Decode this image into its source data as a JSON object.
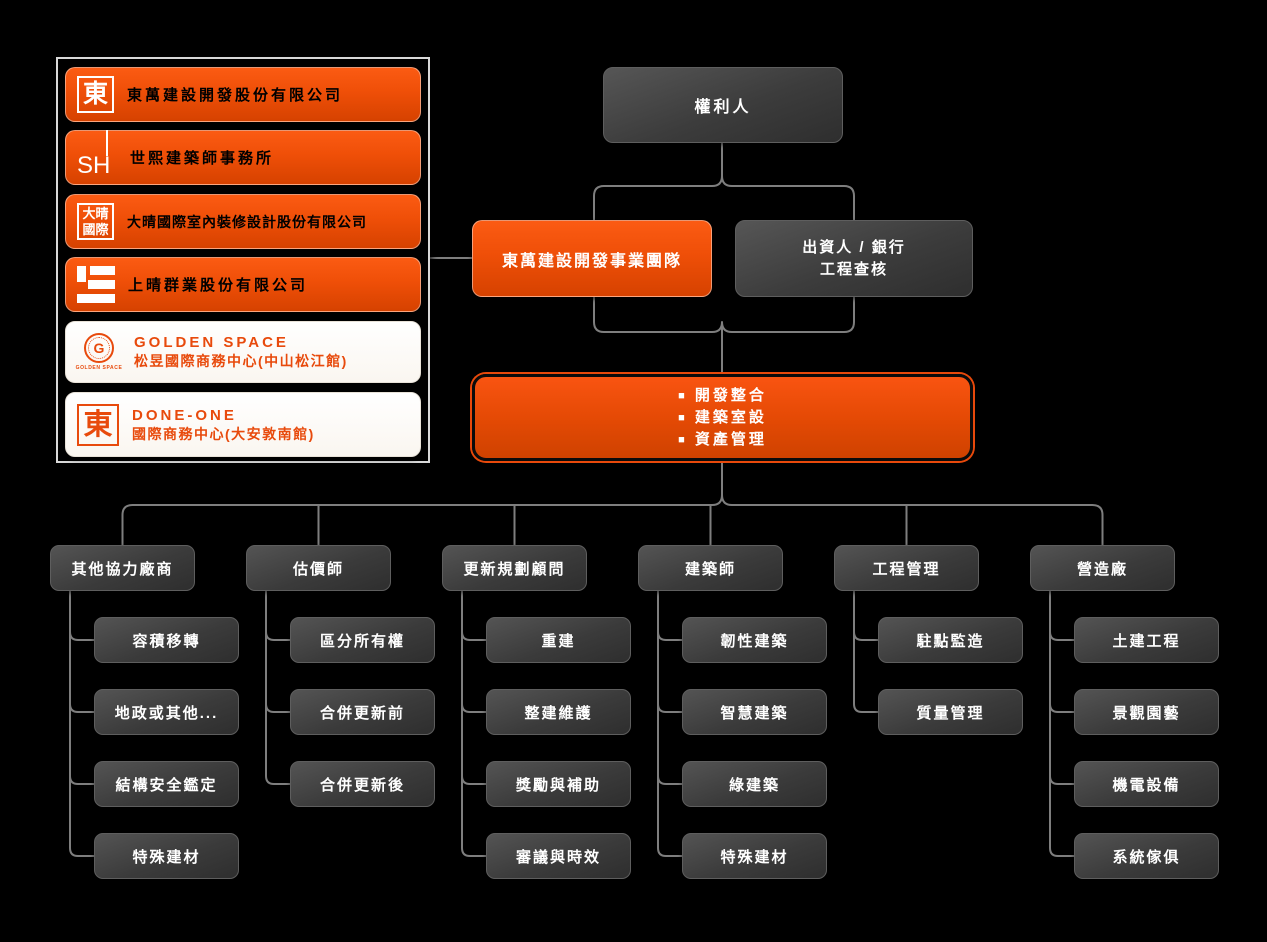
{
  "colors": {
    "background": "#000000",
    "accent_orange": "#ef4f08",
    "dark_node": "#3c3c3c",
    "connector": "#7e7e7e",
    "panel_border": "#d9d9d9",
    "light_node_text": "#e84a0c"
  },
  "left_panel": {
    "items": [
      {
        "label": "東萬建設開發股份有限公司",
        "logo_glyph": "東",
        "style": "orange"
      },
      {
        "label": "世熙建築師事務所",
        "logo_glyph": "SH",
        "style": "orange"
      },
      {
        "label": "大晴國際室內裝修設計股份有限公司",
        "logo_glyph_1": "大晴",
        "logo_glyph_2": "國際",
        "style": "orange"
      },
      {
        "label": "上晴群業股份有限公司",
        "logo_glyph": "bars-mark",
        "style": "orange"
      },
      {
        "label_en": "GOLDEN SPACE",
        "label": "松昱國際商務中心(中山松江館)",
        "logo_glyph": "G",
        "logo_caption": "GOLDEN SPACE",
        "style": "light"
      },
      {
        "label_en": "DONE-ONE",
        "label": "國際商務中心(大安敦南館)",
        "logo_glyph": "東",
        "style": "light"
      }
    ]
  },
  "org": {
    "root": "權利人",
    "team": "東萬建設開發事業團隊",
    "funder": [
      "出資人 / 銀行",
      "工程查核"
    ],
    "bullet": "■",
    "services": [
      "開發整合",
      "建築室設",
      "資產管理"
    ],
    "departments": [
      {
        "label": "其他協力廠商",
        "children": [
          "容積移轉",
          "地政或其他...",
          "結構安全鑑定",
          "特殊建材"
        ]
      },
      {
        "label": "估價師",
        "children": [
          "區分所有權",
          "合併更新前",
          "合併更新後"
        ]
      },
      {
        "label": "更新規劃顧問",
        "children": [
          "重建",
          "整建維護",
          "獎勵與補助",
          "審議與時效"
        ]
      },
      {
        "label": "建築師",
        "children": [
          "韌性建築",
          "智慧建築",
          "綠建築",
          "特殊建材"
        ]
      },
      {
        "label": "工程管理",
        "children": [
          "駐點監造",
          "質量管理"
        ]
      },
      {
        "label": "營造廠",
        "children": [
          "土建工程",
          "景觀園藝",
          "機電設備",
          "系統傢俱"
        ]
      }
    ]
  }
}
